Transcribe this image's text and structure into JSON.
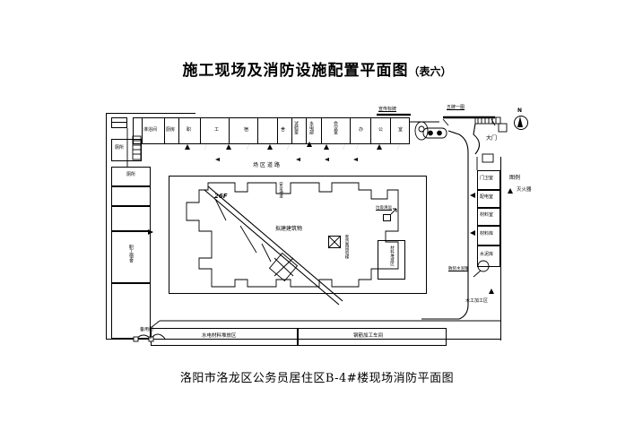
{
  "document": {
    "title_main": "施工现场及消防设施配置平面图",
    "title_suffix": "（表六）",
    "caption": "洛阳市洛龙区公务员居住区B-4#楼现场消防平面图"
  },
  "legend": {
    "heading": "图例",
    "items": [
      {
        "symbol": "▲",
        "label": "灭火器"
      }
    ]
  },
  "compass": {
    "label": "N"
  },
  "top_row": {
    "rooms": [
      {
        "label": "淋浴间"
      },
      {
        "label": "厨房"
      },
      {
        "label": "职"
      },
      {
        "label": "工"
      },
      {
        "label": "宿"
      },
      {
        "label": "舍"
      },
      {
        "label": "试验室"
      },
      {
        "label": "水电部"
      },
      {
        "label": "会议室"
      },
      {
        "label": "办"
      },
      {
        "label": "公"
      },
      {
        "label": "室"
      }
    ]
  },
  "left_column": {
    "rooms": [
      {
        "label": "厕所"
      },
      {
        "label": "厕所"
      },
      {
        "label": "职工宿舍"
      }
    ]
  },
  "right_column": {
    "rooms": [
      {
        "label": "门卫室"
      },
      {
        "label": "配电室"
      },
      {
        "label": "材料室"
      },
      {
        "label": "材料库"
      },
      {
        "label": "水泥库"
      }
    ]
  },
  "bottom_row": {
    "zones": [
      {
        "label": "水电材料堆放区"
      },
      {
        "label": "钢筋加工车间"
      }
    ]
  },
  "site_labels": {
    "road": "场区道路",
    "main_gate": "大门",
    "spare_gate": "备用门",
    "sign_board": "宣传标牌",
    "five_boards": "五牌一图",
    "building": "拟建建筑物",
    "building_floors": "26F",
    "elevator": "客货两用电梯",
    "garbage": "垃圾清运",
    "material_yard": "材料堆放区",
    "cement_tank": "散装水泥罐",
    "carpentry": "木工加工区",
    "safety_channel": "安全通道"
  },
  "colors": {
    "line": "#000000",
    "background": "#ffffff"
  }
}
